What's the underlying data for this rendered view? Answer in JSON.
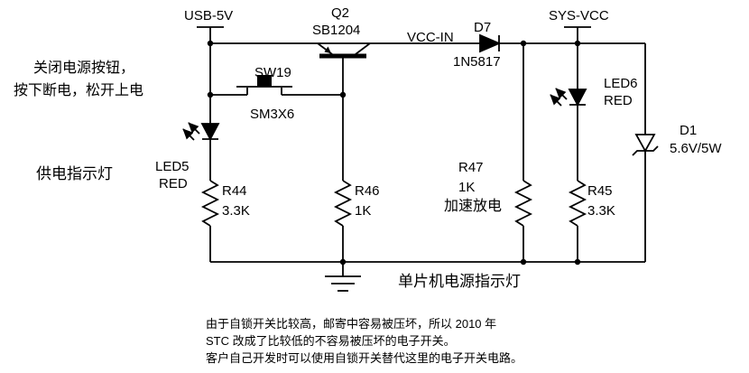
{
  "colors": {
    "ink": "#000000",
    "background": "#ffffff"
  },
  "diagram": {
    "nets": {
      "usb5v": "USB-5V",
      "vcc_in": "VCC-IN",
      "sys_vcc": "SYS-VCC"
    },
    "components": {
      "q2": {
        "ref": "Q2",
        "part": "SB1204"
      },
      "d7": {
        "ref": "D7",
        "part": "1N5817"
      },
      "sw19": {
        "ref": "SW19",
        "part": "SM3X6"
      },
      "led5": {
        "ref": "LED5",
        "color": "RED"
      },
      "led6": {
        "ref": "LED6",
        "color": "RED"
      },
      "d1": {
        "ref": "D1",
        "value": "5.6V/5W"
      },
      "r44": {
        "ref": "R44",
        "value": "3.3K"
      },
      "r46": {
        "ref": "R46",
        "value": "1K"
      },
      "r47": {
        "ref": "R47",
        "value": "1K",
        "note": "加速放电"
      },
      "r45": {
        "ref": "R45",
        "value": "3.3K"
      }
    },
    "annotations": {
      "power_button_line1": "关闭电源按钮，",
      "power_button_line2": "按下断电，松开上电",
      "power_indicator": "供电指示灯",
      "mcu_power_indicator": "单片机电源指示灯"
    },
    "footnote": [
      "由于自锁开关比较高，邮寄中容易被压坏，所以 2010 年",
      "STC 改成了比较低的不容易被压坏的电子开关。",
      "客户自己开发时可以使用自锁开关替代这里的电子开关电路。"
    ]
  }
}
